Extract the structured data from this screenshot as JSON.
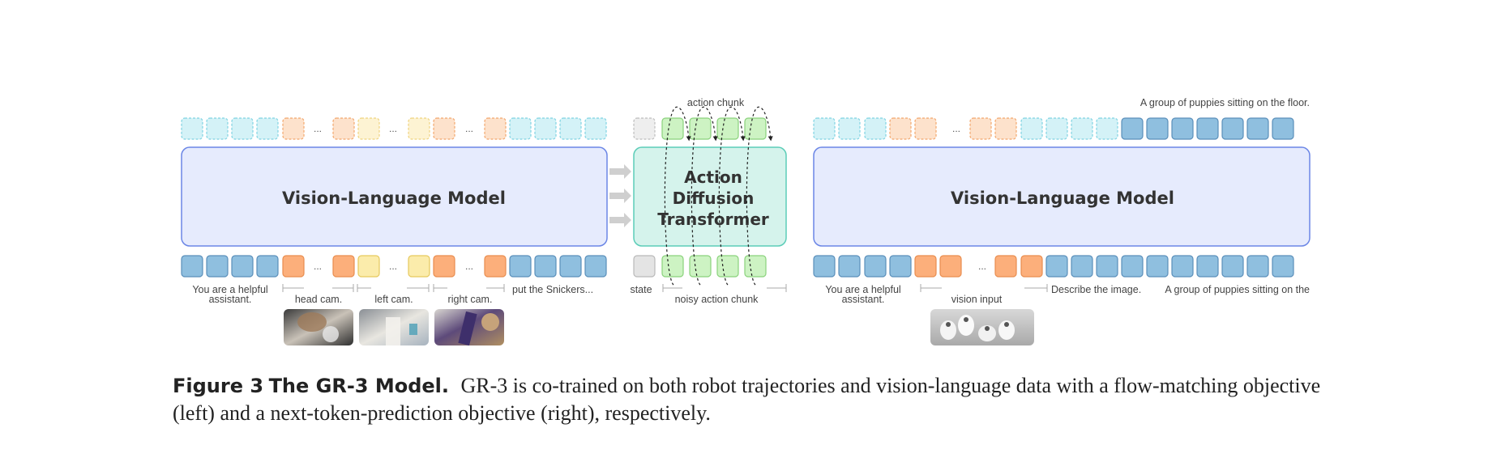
{
  "left": {
    "model_label": "Vision-Language Model",
    "input_texts": {
      "prompt_line1": "You are a helpful",
      "prompt_line2": "assistant.",
      "head_cam": "head cam.",
      "left_cam": "left cam.",
      "right_cam": "right cam.",
      "instruction": "put the Snickers..."
    },
    "ellipsis": "..."
  },
  "action": {
    "model_line1": "Action",
    "model_line2": "Diffusion",
    "model_line3": "Transformer",
    "top_label": "action chunk",
    "state_label": "state",
    "bottom_label": "noisy action chunk"
  },
  "right": {
    "model_label": "Vision-Language Model",
    "output_text": "A group of puppies sitting on the floor.",
    "input_texts": {
      "prompt_line1": "You are a helpful",
      "prompt_line2": "assistant.",
      "vision_input": "vision input",
      "question": "Describe the image.",
      "answer": "A group of puppies sitting on the"
    },
    "ellipsis": "..."
  },
  "colors": {
    "text_token": "#8fbfdf",
    "text_token_border": "#5a8fba",
    "cam_head": "#fcaf7b",
    "cam_left": "#fbecab",
    "vlm_fill": "#e6ebfd",
    "vlm_border": "#6b86e6",
    "dit_fill": "#d5f3ec",
    "dit_border": "#5ccdb8",
    "action_token": "#cdf3c3",
    "state_token": "#e4e4e4"
  },
  "caption": {
    "label": "Figure 3",
    "title": "The GR-3 Model.",
    "body": "GR-3 is co-trained on both robot trajectories and vision-language data with a flow-matching objective (left) and a next-token-prediction objective (right), respectively."
  }
}
